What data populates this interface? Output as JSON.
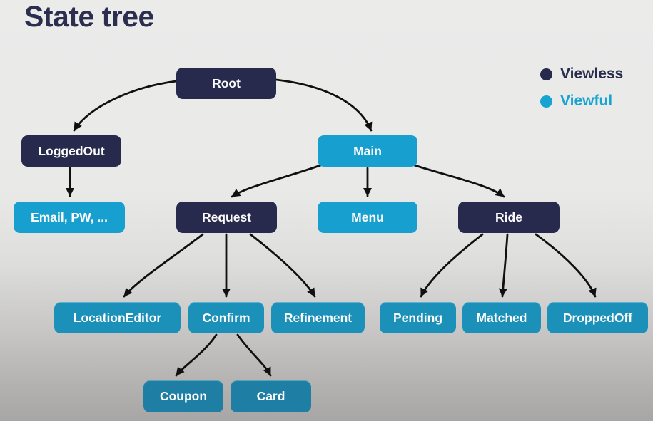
{
  "title": "State tree",
  "legend": {
    "items": [
      {
        "label": "Viewless",
        "color": "#282a4d"
      },
      {
        "label": "Viewful",
        "color": "#18a4d2"
      }
    ]
  },
  "colors": {
    "viewless_node": "#282a4d",
    "viewful_node": "#17a0cf",
    "viewful_node_mid_row": "#1b90b9",
    "viewful_node_bottom_row": "#1e7ea4",
    "edge": "#101010",
    "title_text": "#2b2e4f",
    "node_text": "#fbfbfb",
    "background_top": "#ebebea",
    "background_bottom": "#a7a6a5"
  },
  "nodes": {
    "root": {
      "label": "Root",
      "type": "viewless"
    },
    "loggedout": {
      "label": "LoggedOut",
      "type": "viewless"
    },
    "main": {
      "label": "Main",
      "type": "viewful"
    },
    "emailpw": {
      "label": "Email, PW, ...",
      "type": "viewful"
    },
    "request": {
      "label": "Request",
      "type": "viewless"
    },
    "menu": {
      "label": "Menu",
      "type": "viewful"
    },
    "ride": {
      "label": "Ride",
      "type": "viewless"
    },
    "locationeditor": {
      "label": "LocationEditor",
      "type": "viewful"
    },
    "confirm": {
      "label": "Confirm",
      "type": "viewful"
    },
    "refinement": {
      "label": "Refinement",
      "type": "viewful"
    },
    "pending": {
      "label": "Pending",
      "type": "viewful"
    },
    "matched": {
      "label": "Matched",
      "type": "viewful"
    },
    "droppedoff": {
      "label": "DroppedOff",
      "type": "viewful"
    },
    "coupon": {
      "label": "Coupon",
      "type": "viewful"
    },
    "card": {
      "label": "Card",
      "type": "viewful"
    }
  },
  "edges": [
    {
      "from": "Root",
      "to": "LoggedOut"
    },
    {
      "from": "Root",
      "to": "Main"
    },
    {
      "from": "LoggedOut",
      "to": "Email, PW, ..."
    },
    {
      "from": "Main",
      "to": "Request"
    },
    {
      "from": "Main",
      "to": "Menu"
    },
    {
      "from": "Main",
      "to": "Ride"
    },
    {
      "from": "Request",
      "to": "LocationEditor"
    },
    {
      "from": "Request",
      "to": "Confirm"
    },
    {
      "from": "Request",
      "to": "Refinement"
    },
    {
      "from": "Ride",
      "to": "Pending"
    },
    {
      "from": "Ride",
      "to": "Matched"
    },
    {
      "from": "Ride",
      "to": "DroppedOff"
    },
    {
      "from": "Confirm",
      "to": "Coupon"
    },
    {
      "from": "Confirm",
      "to": "Card"
    }
  ]
}
